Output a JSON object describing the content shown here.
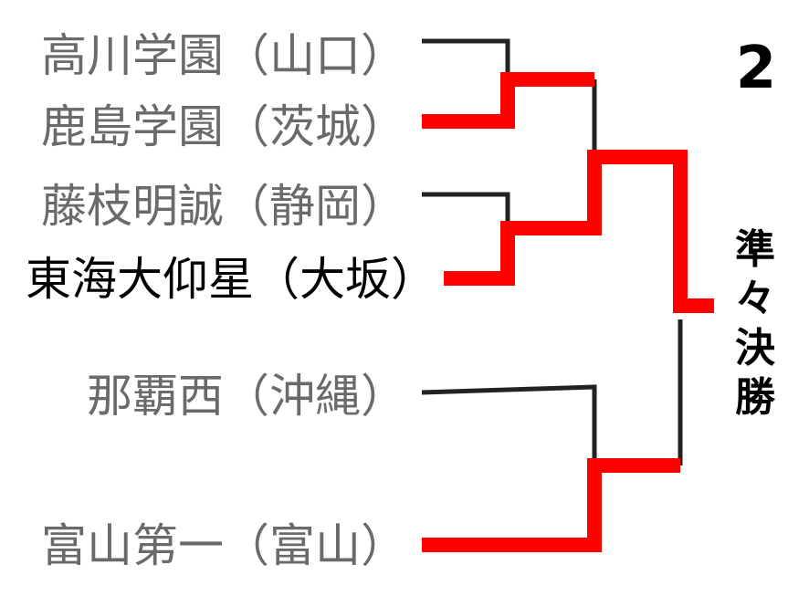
{
  "block": {
    "number": "2",
    "round_label": "準々決勝"
  },
  "teams": [
    {
      "name": "高川学園",
      "prefecture": "（山口）",
      "winner": false
    },
    {
      "name": "鹿島学園",
      "prefecture": "（茨城）",
      "winner": false
    },
    {
      "name": "藤枝明誠",
      "prefecture": "（静岡）",
      "winner": false
    },
    {
      "name": "東海大仰星",
      "prefecture": "（大坂）",
      "winner": true
    },
    {
      "name": "那覇西",
      "prefecture": "（沖縄）",
      "winner": false
    },
    {
      "name": "富山第一",
      "prefecture": "（富山）",
      "winner": false
    }
  ],
  "colors": {
    "win_line": "#ff0000",
    "lose_line": "#222222",
    "loser_text": "#6a6a6a",
    "winner_text": "#000000"
  }
}
